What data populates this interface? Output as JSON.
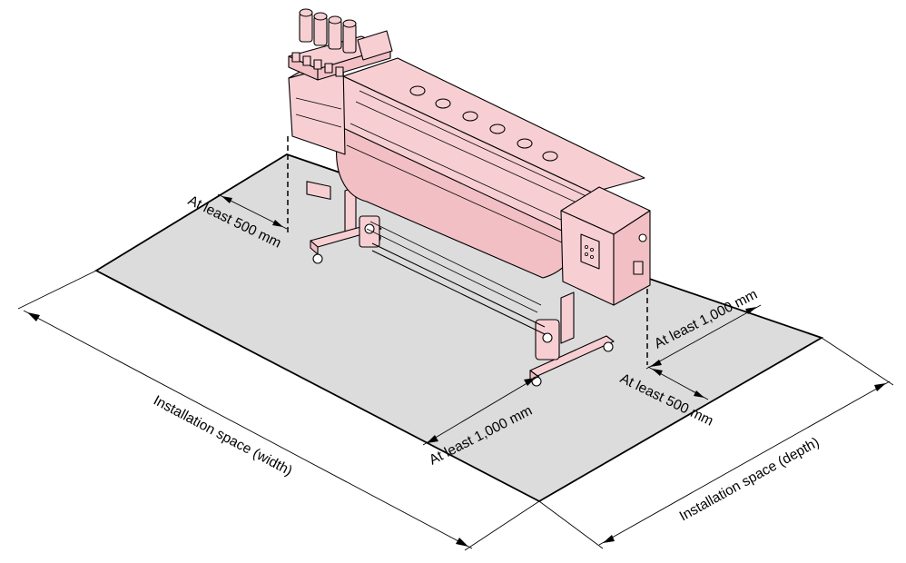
{
  "labels": {
    "left_clearance": "At least 500 mm",
    "rear_clearance": "At least 1,000 mm",
    "right_clearance": "At least 500 mm",
    "front_clearance": "At least 1,000 mm",
    "width": "Installation space (width)",
    "depth": "Installation space (depth)"
  },
  "colors": {
    "floor": "#dcdcdc",
    "printer": "#f7cfd3",
    "line": "#000000"
  }
}
